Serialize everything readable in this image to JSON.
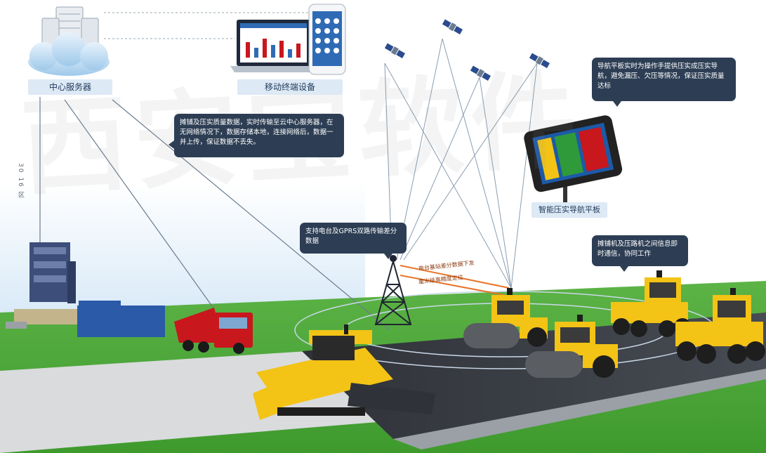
{
  "labels": {
    "central_server": "中心服务器",
    "mobile_device": "移动终端设备",
    "tablet": "智能压实导航平板"
  },
  "bubbles": {
    "server_upload": "摊铺及压实质量数据，实时传输至云中心服务器，在无网络情况下，数据存储本地，连接网络后，数据一并上传，保证数据不丢失。",
    "tower_radio": "支持电台及GPRS双路传输差分数据",
    "tablet_navigation": "导航平板实时为操作手提供压实成压实导航，避免漏压、欠压等情况，保证压实质量达标",
    "machine_comm": "摊铺机及压路机之间信息即时通信，协同工作"
  },
  "signal_labels": {
    "line_1": "电台基站差分数据下发",
    "line_2": "厘米级高精度定位"
  },
  "side_text": "30 16 区",
  "watermark": "西安宝软件",
  "colors": {
    "bubble_bg": "#2d3e54",
    "label_bg": "#dde9f5",
    "machine_yellow": "#f3c316",
    "truck_red": "#c8171d",
    "grass": "#4aa33a",
    "road": "#3a3e46"
  }
}
